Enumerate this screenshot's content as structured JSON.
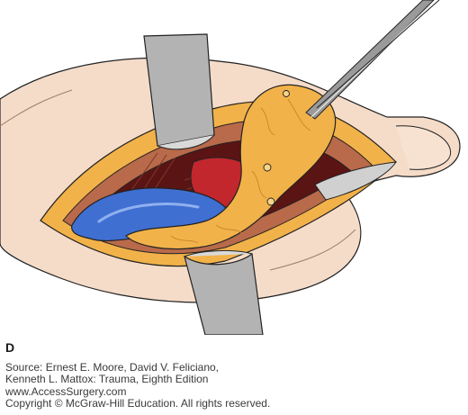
{
  "figure": {
    "panel_letter": "D",
    "caption_lines": [
      "Source: Ernest E. Moore, David V. Feliciano,",
      "Kenneth L. Mattox: Trauma, Eighth Edition",
      "www.AccessSurgery.com",
      "Copyright © McGraw-Hill Education. All rights reserved."
    ]
  },
  "colors": {
    "skin": "#f5dcc9",
    "fat": "#f2b24a",
    "vessel_blue": "#3f6fd1",
    "vessel_red": "#c1272d",
    "cavity_dark": "#5a1414",
    "muscle": "#b86a4a",
    "retractor": "#b3b3b3",
    "outline": "#222222"
  }
}
